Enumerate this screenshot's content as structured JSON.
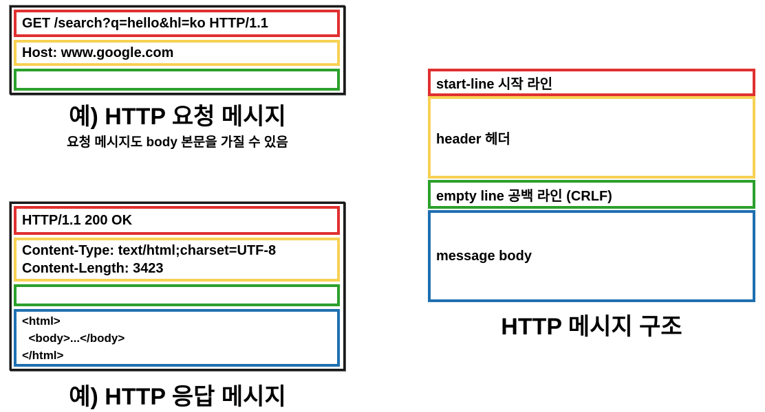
{
  "request": {
    "start_line": "GET /search?q=hello&hl=ko HTTP/1.1",
    "header": "Host: www.google.com",
    "empty": "",
    "caption": "예) HTTP 요청 메시지",
    "subcaption": "요청 메시지도 body 본문을 가질 수 있음"
  },
  "response": {
    "start_line": "HTTP/1.1 200 OK",
    "header_lines": [
      "Content-Type: text/html;charset=UTF-8",
      "Content-Length: 3423"
    ],
    "empty": "",
    "body_lines": [
      "<html>",
      "  <body>...</body>",
      "</html>"
    ],
    "caption": "예) HTTP 응답 메시지"
  },
  "structure": {
    "start_line": "start-line 시작 라인",
    "header": "header 헤더",
    "empty_line": "empty line 공백 라인 (CRLF)",
    "body": "message body",
    "caption": "HTTP 메시지 구조"
  },
  "colors": {
    "start_line": "#e03030",
    "header": "#f7d154",
    "empty_line": "#2ca02c",
    "body": "#1f70b0"
  }
}
